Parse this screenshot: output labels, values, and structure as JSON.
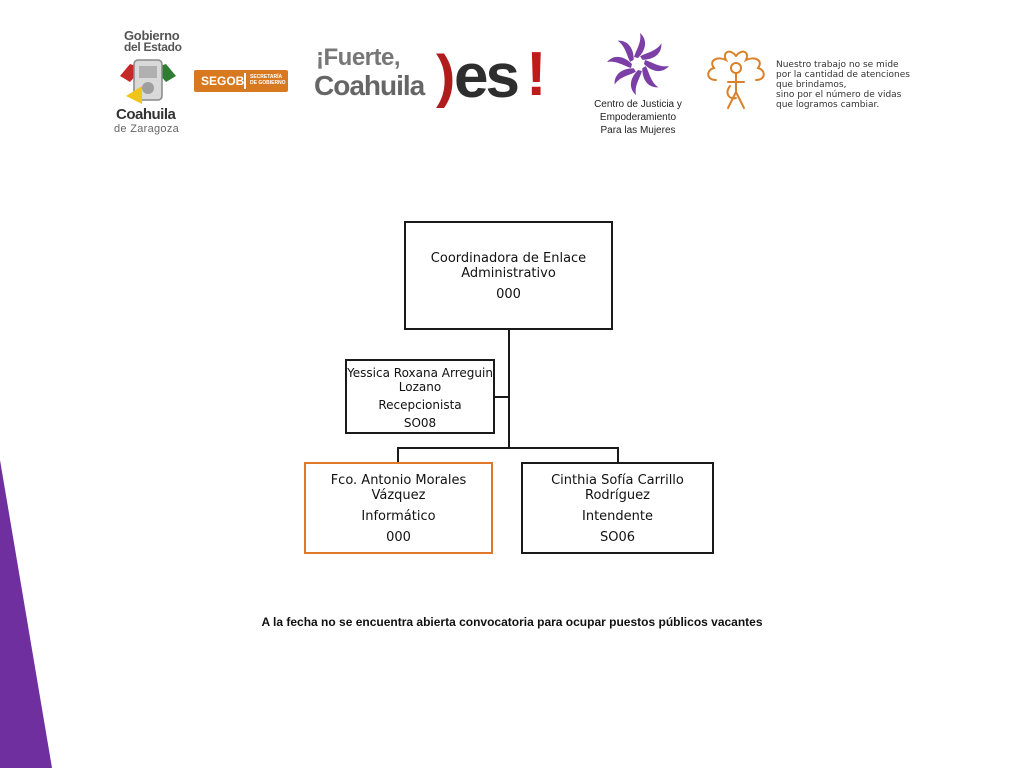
{
  "header": {
    "gobierno_logo": {
      "line1": "Gobierno",
      "line2": "del Estado",
      "state": "Coahuila",
      "state_sub": "de Zaragoza",
      "segob": "SEGOB",
      "segob_sub": "SECRETARÍA DE GOBIERNO",
      "colors": {
        "accent": "#d9791f"
      }
    },
    "fuerte_logo": {
      "line1": "¡Fuerte,",
      "line2": "Coahuila",
      "paren": ")",
      "word": "es",
      "bang": "!",
      "colors": {
        "red": "#c01b1b",
        "dark": "#2e2e2e",
        "gray": "#666666"
      }
    },
    "centro_logo": {
      "line1": "Centro de Justicia y",
      "line2": "Empoderamiento",
      "line3": "Para las Mujeres",
      "icon": "purple-star-flower-icon",
      "color": "#7b3fa5"
    },
    "lema": {
      "text": "Nuestro trabajo no se mide\npor la cantidad de atenciones\nque brindamos,\nsino por el número de vidas\nque logramos cambiar.",
      "icon": "woman-figure-icon",
      "color": "#d9822b"
    }
  },
  "org_chart": {
    "coordinator": {
      "name": "Coordinadora de Enlace Administrativo",
      "code": "000"
    },
    "receptionist": {
      "name": "Yessica Roxana Arreguin Lozano",
      "role": "Recepcionista",
      "code": "SO08"
    },
    "it": {
      "name": "Fco. Antonio Morales Vázquez",
      "role": "Informático",
      "code": "000"
    },
    "janitor": {
      "name": "Cinthia Sofía Carrillo Rodríguez",
      "role": "Intendente",
      "code": "SO06"
    },
    "colors": {
      "border": "#1a1a1a",
      "highlight": "#e07a2a"
    }
  },
  "footer": {
    "note": "A la fecha no se encuentra abierta convocatoria para ocupar puestos públicos vacantes"
  },
  "decor": {
    "band_color": "#6f2f9f"
  }
}
